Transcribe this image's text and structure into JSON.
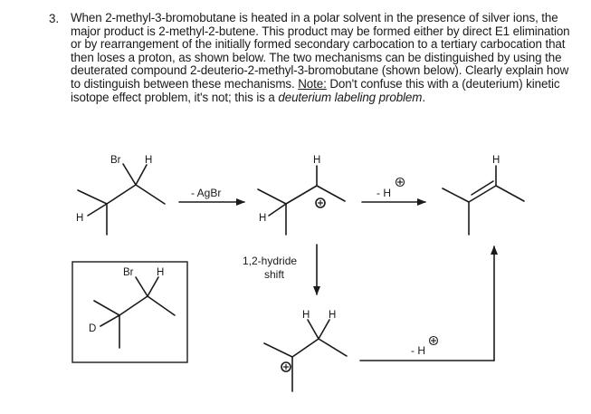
{
  "question": {
    "number": "3.",
    "text_part1": "When 2-methyl-3-bromobutane is heated in a polar solvent in the presence of silver ions, the major product is 2-methyl-2-butene. This product may be formed either by direct E1 elimination or by rearrangement of the initially formed secondary carbocation to a tertiary carbocation that then loses a proton, as shown below. The two mechanisms can be distinguished by using the deuterated compound 2-deuterio-2-methyl-3-bromobutane (shown below). Clearly explain how to distinguish between these mechanisms. ",
    "note_label": "Note:",
    "text_part2": " Don't confuse this with a (deuterium) kinetic isotope effect problem, it's not; this is a ",
    "emphasis": "deuterium labeling problem",
    "text_end": "."
  },
  "scheme": {
    "atom_br": "Br",
    "atom_h": "H",
    "atom_d": "D",
    "plus_sign": "+",
    "step1_label": "- AgBr",
    "step2_label_prefix": "- H",
    "step3_label_line1": "1,2-hydride",
    "step3_label_line2": "shift",
    "step4_label_prefix": "- H"
  }
}
